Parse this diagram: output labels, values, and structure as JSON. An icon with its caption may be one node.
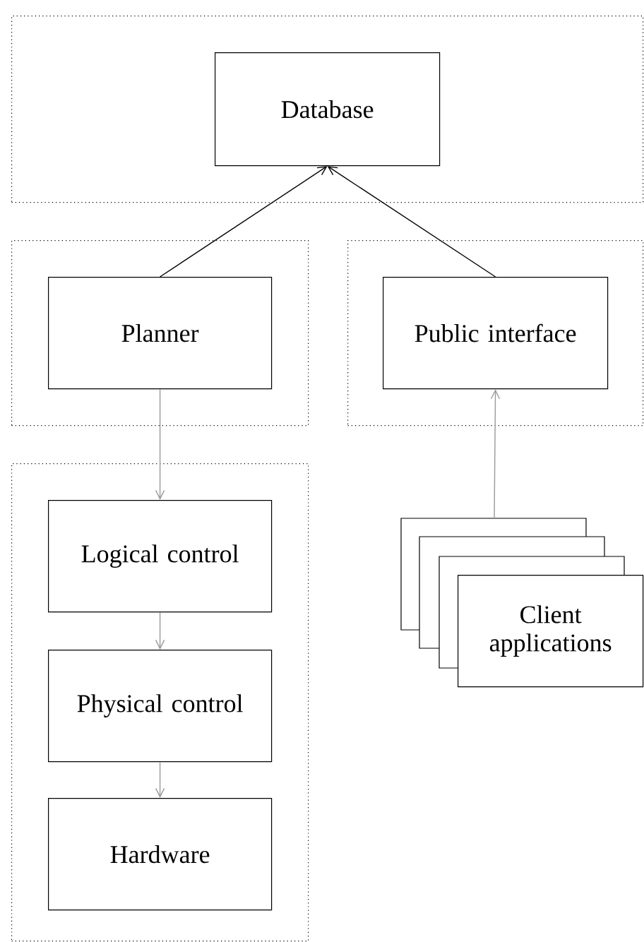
{
  "diagram": {
    "nodes": [
      {
        "text": [],
        "shape": "box"
      },
      {
        "text": [
          "Database"
        ],
        "in": 0
      },
      {
        "text": [],
        "shape": "box"
      },
      {
        "text": [
          "Planner"
        ],
        "in": 2
      },
      {
        "text": [],
        "shape": "box"
      },
      {
        "text": [
          "Public interface"
        ],
        "in": 4
      },
      {
        "text": [],
        "shape": "box"
      },
      {
        "text": [
          "Logical control"
        ],
        "in": 6
      },
      {
        "text": [
          "Physical control"
        ],
        "in": 6
      },
      {
        "text": [
          "Hardware"
        ],
        "in": 6
      },
      {
        "text": [
          "Client applications"
        ]
      }
    ],
    "edges": [
      {
        "from": 3,
        "to": 1,
        "arrow": "to",
        "color": "#000000"
      },
      {
        "from": 5,
        "to": 1,
        "arrow": "to",
        "color": "#000000"
      },
      {
        "from": 3,
        "to": 7,
        "arrow": "to"
      },
      {
        "from": 7,
        "to": 8,
        "arrow": "to"
      },
      {
        "from": 8,
        "to": 9,
        "arrow": "to"
      },
      {
        "from": 10,
        "to": 5,
        "arrow": "to"
      }
    ]
  }
}
